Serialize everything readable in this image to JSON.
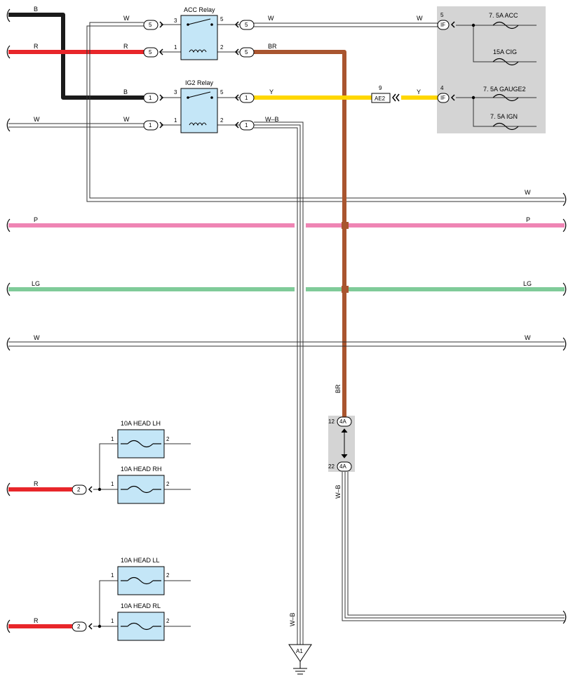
{
  "colors": {
    "B": "#1a1a1a",
    "R": "#e8262a",
    "BR": "#a9552f",
    "Y": "#ffd700",
    "P": "#ef85b4",
    "LG": "#7fcb99",
    "W": "#333333",
    "relay_fill": "#c4e6f7",
    "box_fill": "#d4d4d4"
  },
  "wire_labels": {
    "b_left": "B",
    "r_left": "R",
    "w_left1": "W",
    "w_top_a": "W",
    "r_mid": "R",
    "b_mid": "B",
    "w_mid": "W",
    "w_out_acc": "W",
    "w_out_acc2": "W",
    "br_out": "BR",
    "y_out": "Y",
    "y_out2": "Y",
    "wb_out": "W–B",
    "w_loop": "W",
    "p_left": "P",
    "p_right": "P",
    "lg_left": "LG",
    "lg_right": "LG",
    "w4_left": "W",
    "w4_right": "W",
    "br_vert": "BR",
    "wb_vert1": "W–B",
    "wb_vert2": "W–B",
    "r_h1": "R",
    "r_h2": "R"
  },
  "relays": {
    "acc": {
      "name": "ACC Relay",
      "pins": [
        "3",
        "5",
        "1",
        "2"
      ]
    },
    "ig2": {
      "name": "IG2 Relay",
      "pins": [
        "3",
        "5",
        "1",
        "2"
      ]
    }
  },
  "connectors": {
    "c5a": "5",
    "c5b": "5",
    "c5c": "5",
    "c5d": "5",
    "c1a": "1",
    "c1b": "1",
    "c1c": "1",
    "c1d": "1",
    "h1": "2",
    "h2": "2"
  },
  "inline": {
    "ae2_label": "AE2",
    "ae2_pin": "9"
  },
  "junction": {
    "if_label": "IF",
    "if_pin_top": "5",
    "if_pin_bot": "4",
    "fuses": [
      "7. 5A ACC",
      "15A CIG",
      "7. 5A GAUGE2",
      "7. 5A IGN"
    ]
  },
  "jb4a": {
    "label": "4A",
    "pin_top": "12",
    "pin_bot": "22"
  },
  "head_fuses": [
    {
      "name": "10A HEAD LH",
      "pin_in": "1",
      "pin_out": "2"
    },
    {
      "name": "10A HEAD RH",
      "pin_in": "1",
      "pin_out": "2"
    },
    {
      "name": "10A HEAD LL",
      "pin_in": "1",
      "pin_out": "2"
    },
    {
      "name": "10A HEAD RL",
      "pin_in": "1",
      "pin_out": "2"
    }
  ],
  "ground": {
    "label": "A1"
  }
}
